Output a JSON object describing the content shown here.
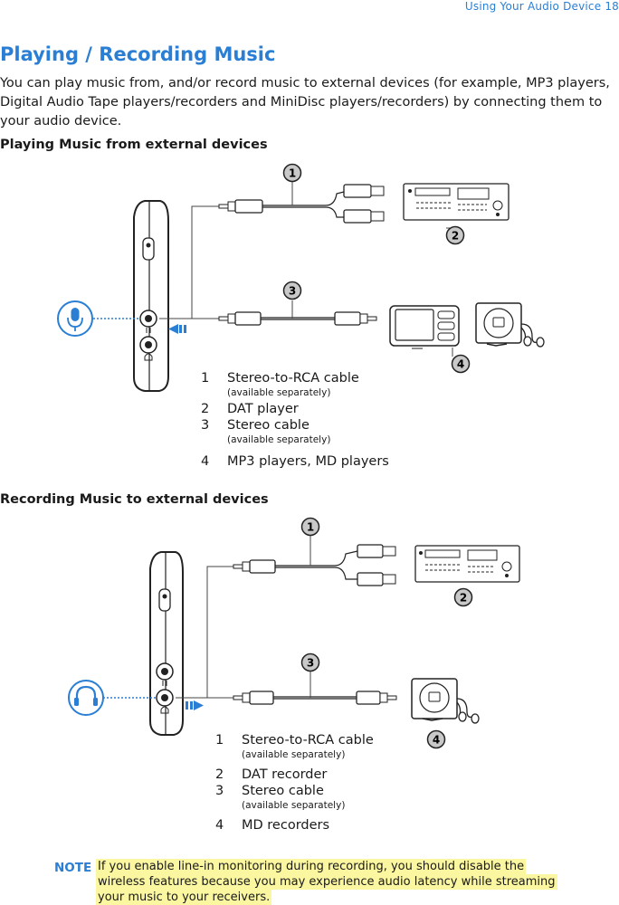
{
  "header": {
    "running_head": "Using Your Audio Device  18"
  },
  "title": "Playing / Recording Music",
  "intro": "You can play music from, and/or record music to external devices (for example, MP3 players, Digital Audio Tape players/recorders and MiniDisc players/recorders) by connecting them to your audio device.",
  "playing": {
    "heading": "Playing Music from external devices",
    "callouts": [
      "1",
      "2",
      "3",
      "4"
    ],
    "legend": [
      {
        "num": "1",
        "text": "Stereo-to-RCA cable",
        "note": "(available separately)"
      },
      {
        "num": "2",
        "text": "DAT player",
        "note": ""
      },
      {
        "num": "3",
        "text": "Stereo cable",
        "note": "(available separately)"
      },
      {
        "num": "4",
        "text": "MP3 players, MD players",
        "note": ""
      }
    ]
  },
  "recording": {
    "heading": "Recording Music to external devices",
    "callouts": [
      "1",
      "2",
      "3",
      "4"
    ],
    "legend": [
      {
        "num": "1",
        "text": "Stereo-to-RCA cable",
        "note": "(available separately)"
      },
      {
        "num": "2",
        "text": "DAT recorder",
        "note": ""
      },
      {
        "num": "3",
        "text": "Stereo cable",
        "note": "(available separately)"
      },
      {
        "num": "4",
        "text": "MD recorders",
        "note": ""
      }
    ]
  },
  "note": {
    "label": "NOTE",
    "text": "If you enable line-in monitoring during recording, you should disable the wireless features because you may experience audio latency while streaming your music to your receivers."
  },
  "colors": {
    "accent": "#2a7fd4",
    "highlight": "#fbf6a0",
    "callout_fill": "#c9c9c9"
  },
  "icons": [
    "microphone-icon",
    "headphones-icon",
    "arrow-in-icon",
    "arrow-out-icon"
  ]
}
